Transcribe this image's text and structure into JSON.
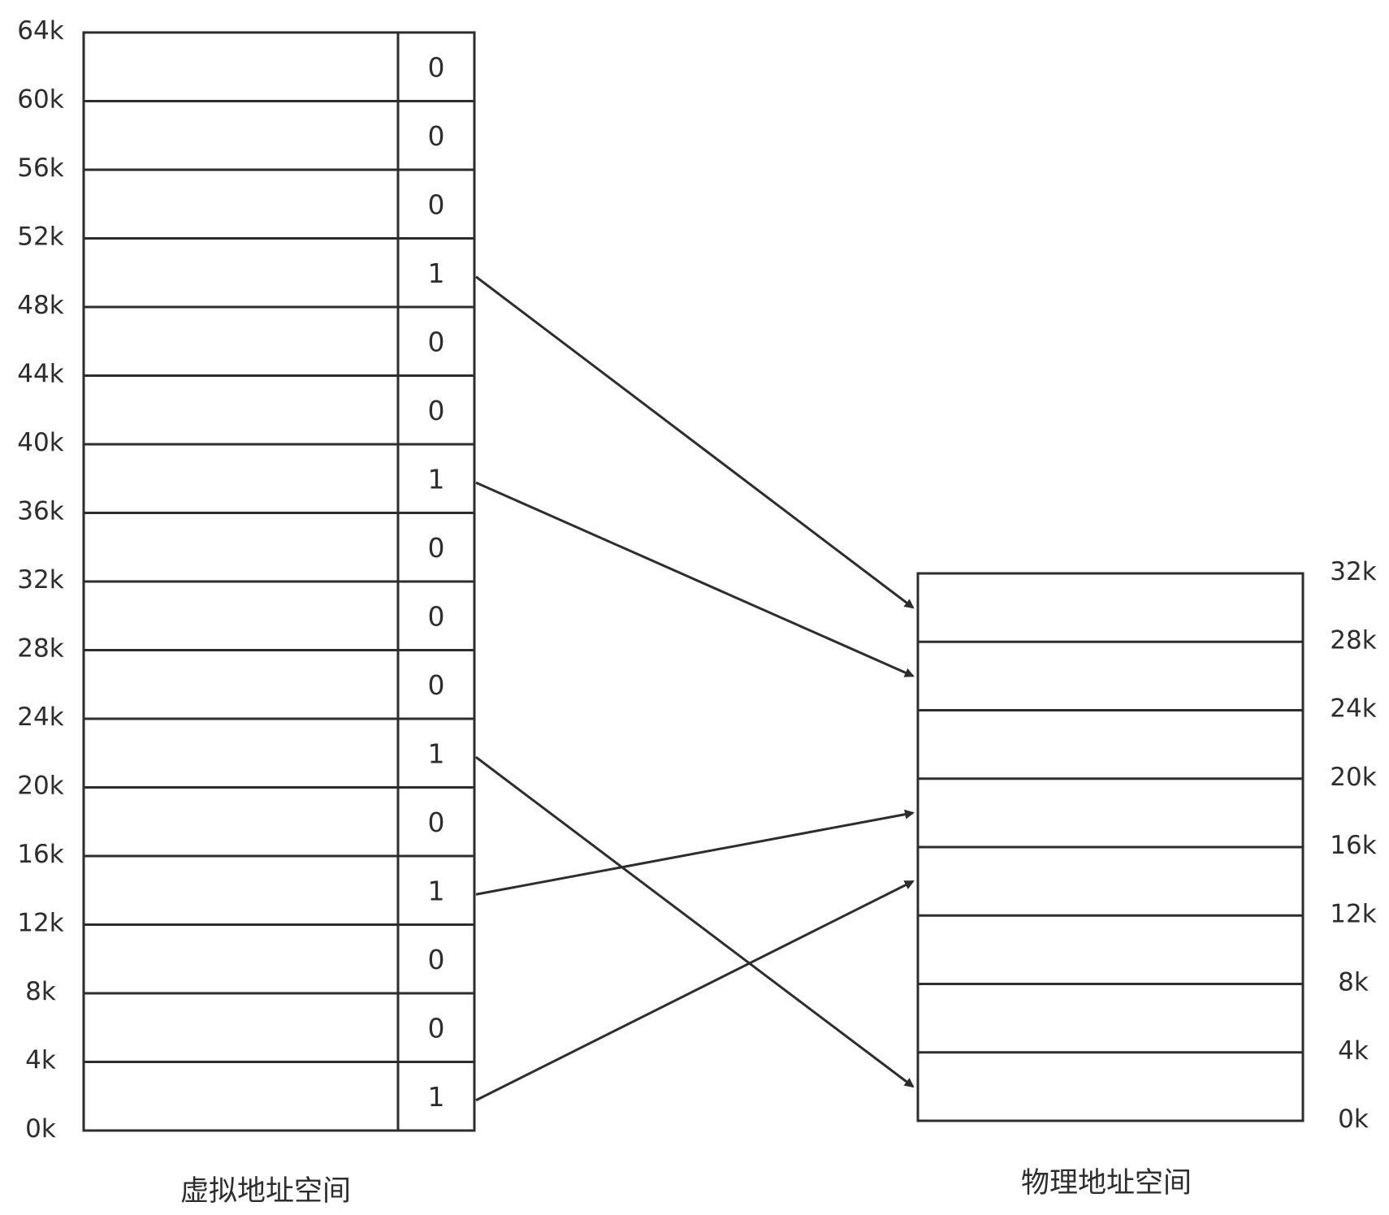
{
  "virtual": {
    "caption": "虚拟地址空间",
    "ticks": [
      "64k",
      "60k",
      "56k",
      "52k",
      "48k",
      "44k",
      "40k",
      "36k",
      "32k",
      "28k",
      "24k",
      "20k",
      "16k",
      "12k",
      "8k",
      "4k",
      "0k"
    ],
    "bits": [
      "0",
      "0",
      "0",
      "1",
      "0",
      "0",
      "1",
      "0",
      "0",
      "0",
      "1",
      "0",
      "1",
      "0",
      "0",
      "1"
    ]
  },
  "physical": {
    "caption": "物理地址空间",
    "ticks": [
      "32k",
      "28k",
      "24k",
      "20k",
      "16k",
      "12k",
      "8k",
      "4k",
      "0k"
    ]
  },
  "mappings": [
    {
      "from": "48k-52k",
      "to": "28k-32k"
    },
    {
      "from": "36k-40k",
      "to": "24k-28k"
    },
    {
      "from": "20k-24k",
      "to": "0k-4k"
    },
    {
      "from": "12k-16k",
      "to": "16k-20k"
    },
    {
      "from": "0k-4k",
      "to": "12k-16k"
    }
  ]
}
